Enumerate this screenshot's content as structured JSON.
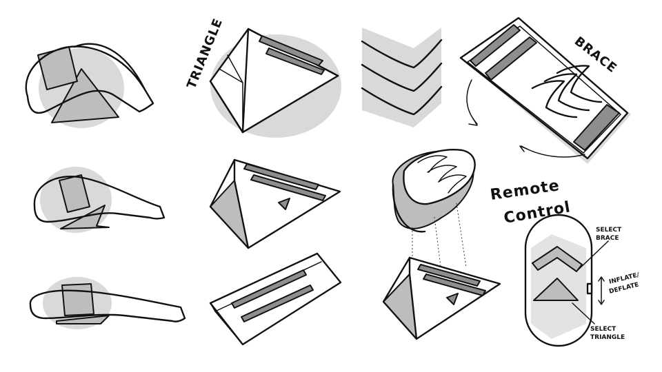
{
  "labels": {
    "triangle": "TRIANGLE",
    "brace": "BRACE",
    "remote_line1": "Remote",
    "remote_line2": "Control",
    "select_brace_line1": "SELECT",
    "select_brace_line2": "BRACE",
    "inflate_line1": "INFLATE/",
    "inflate_line2": "DEFLATE",
    "select_triangle_line1": "SELECT",
    "select_triangle_line2": "TRIANGLE"
  },
  "colors": {
    "ink": "#111111",
    "light_shade": "#d9d9d9",
    "mid_shade": "#bdbdbd",
    "dark_shade": "#8e8e8e"
  }
}
